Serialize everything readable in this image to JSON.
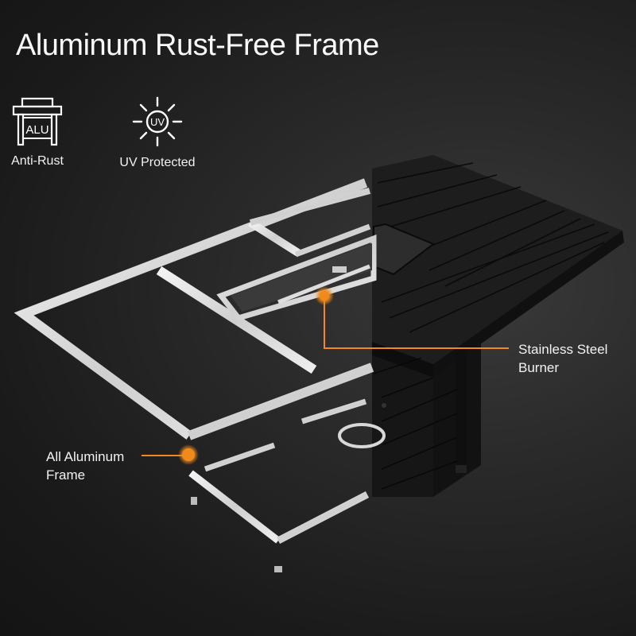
{
  "header": {
    "title": "Aluminum Rust-Free Frame"
  },
  "features": [
    {
      "icon": "alu-frame-icon",
      "icon_text": "ALU",
      "label": "Anti-Rust"
    },
    {
      "icon": "uv-sun-icon",
      "icon_text": "UV",
      "label": "UV Protected"
    }
  ],
  "callouts": [
    {
      "line1": "Stainless Steel",
      "line2": "Burner"
    },
    {
      "line1": "All Aluminum",
      "line2": "Frame"
    }
  ],
  "colors": {
    "accent": "#f08a1c",
    "background": "#1e1e1e",
    "frame": "#e6e6e6",
    "tabletop": "#1c1c1c"
  }
}
